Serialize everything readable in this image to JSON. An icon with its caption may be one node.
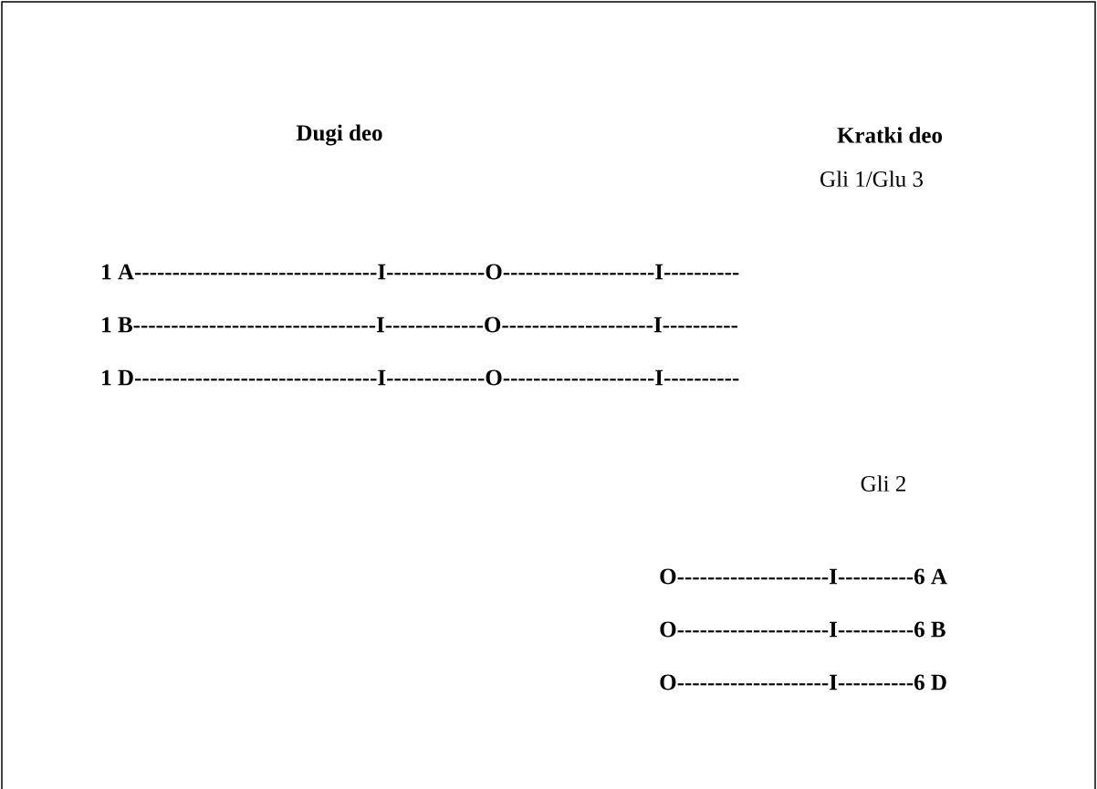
{
  "diagram": {
    "labels": [
      "Dugi deo",
      "Kratki deo",
      "Gli 1/Glu 3",
      "1 A--------------------------------I-------------O--------------------I----------",
      "1 B--------------------------------I-------------O--------------------I----------",
      "1 D--------------------------------I-------------O--------------------I----------",
      "Gli 2",
      "O--------------------I----------6 A",
      "O--------------------I----------6 B",
      "O--------------------I----------6 D"
    ]
  }
}
